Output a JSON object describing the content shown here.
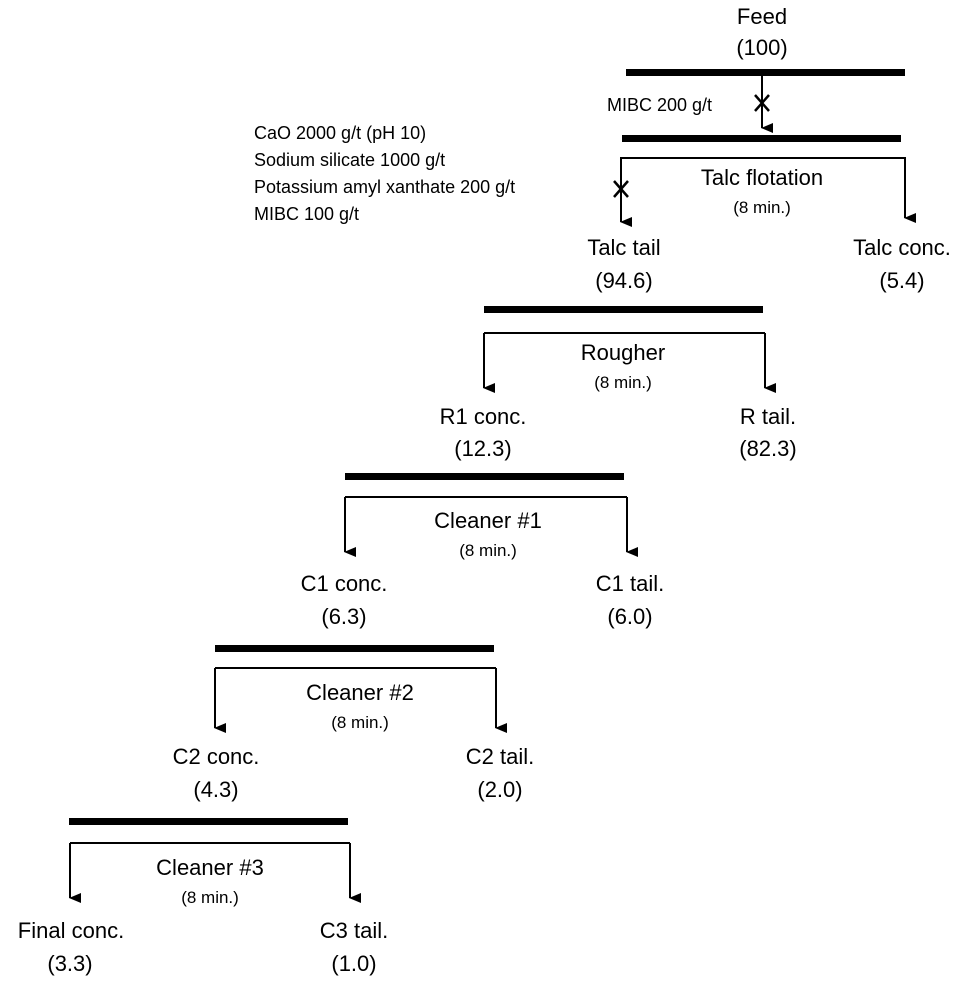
{
  "feed": {
    "label": "Feed",
    "value": "(100)"
  },
  "mibc_pre": "MIBC 200 g/t",
  "reagents": [
    "CaO 2000 g/t (pH 10)",
    "Sodium silicate 1000 g/t",
    "Potassium amyl xanthate 200 g/t",
    "MIBC 100 g/t"
  ],
  "stages": {
    "talc": {
      "name": "Talc flotation",
      "time": "(8 min.)",
      "left": {
        "label": "Talc tail",
        "value": "(94.6)"
      },
      "right": {
        "label": "Talc conc.",
        "value": "(5.4)"
      }
    },
    "rougher": {
      "name": "Rougher",
      "time": "(8 min.)",
      "left": {
        "label": "R1 conc.",
        "value": "(12.3)"
      },
      "right": {
        "label": "R tail.",
        "value": "(82.3)"
      }
    },
    "cleaner1": {
      "name": "Cleaner #1",
      "time": "(8 min.)",
      "left": {
        "label": "C1 conc.",
        "value": "(6.3)"
      },
      "right": {
        "label": "C1 tail.",
        "value": "(6.0)"
      }
    },
    "cleaner2": {
      "name": "Cleaner #2",
      "time": "(8 min.)",
      "left": {
        "label": "C2 conc.",
        "value": "(4.3)"
      },
      "right": {
        "label": "C2 tail.",
        "value": "(2.0)"
      }
    },
    "cleaner3": {
      "name": "Cleaner #3",
      "time": "(8 min.)",
      "left": {
        "label": "Final conc.",
        "value": "(3.3)"
      },
      "right": {
        "label": "C3 tail.",
        "value": "(1.0)"
      }
    }
  }
}
